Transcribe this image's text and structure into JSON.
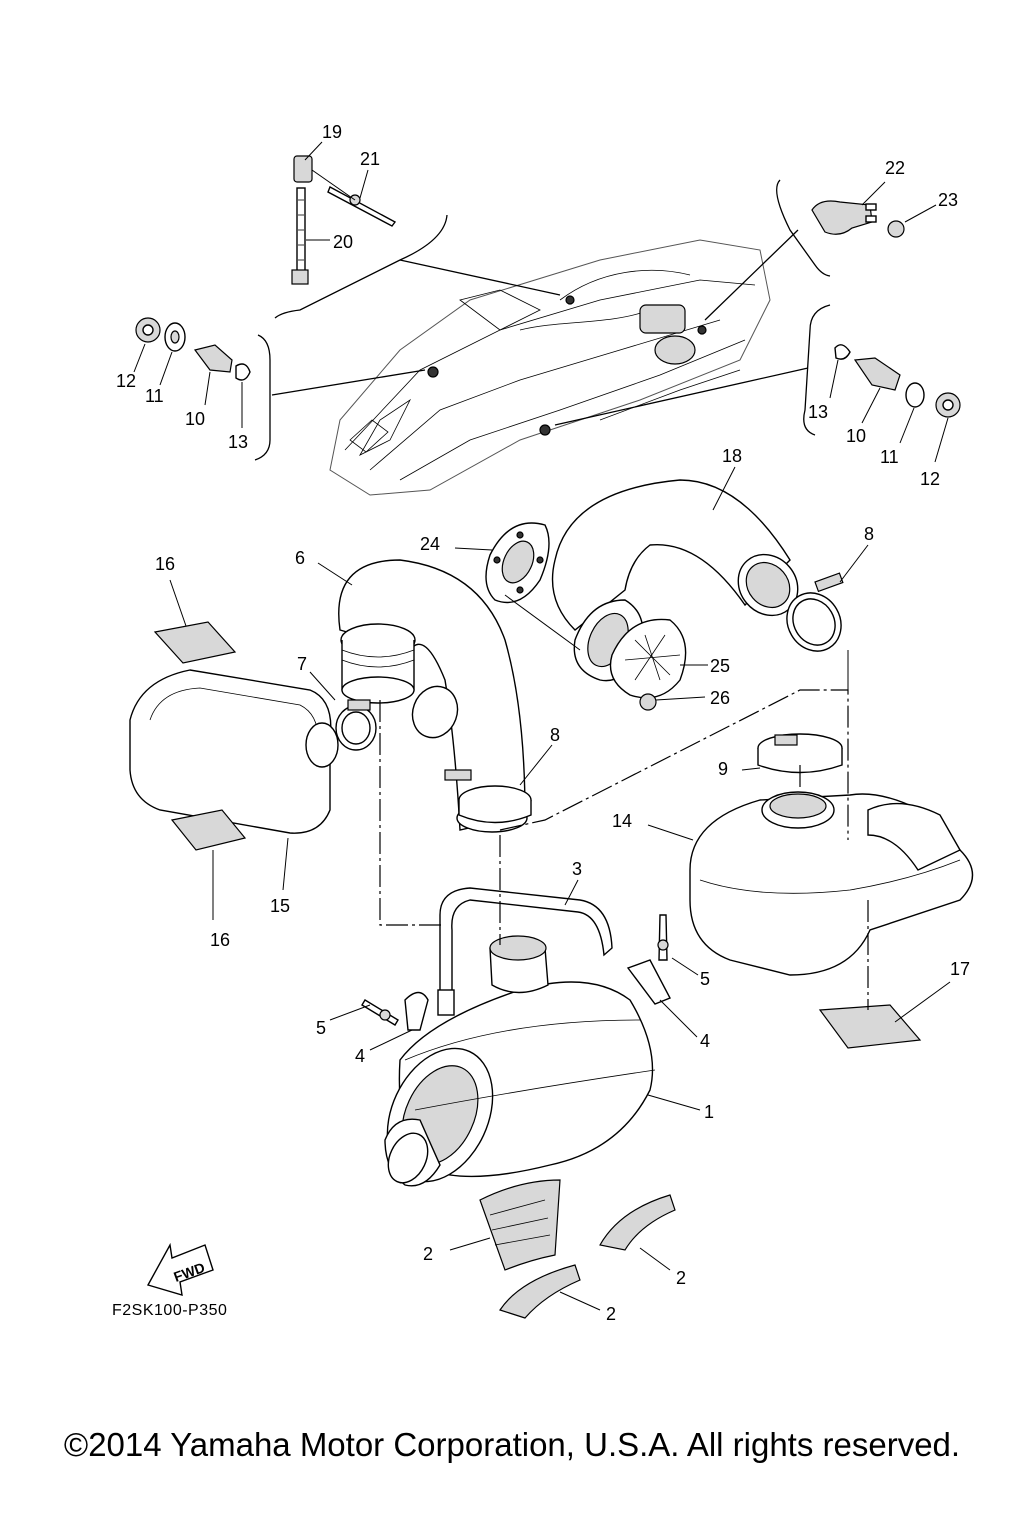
{
  "diagram": {
    "code": "F2SK100-P350",
    "copyright": "©2014 Yamaha Motor Corporation, U.S.A. All rights reserved.",
    "fwd_label": "FWD"
  },
  "callouts": {
    "c19": "19",
    "c21": "21",
    "c20": "20",
    "c22": "22",
    "c23": "23",
    "c12a": "12",
    "c11a": "11",
    "c10a": "10",
    "c13a": "13",
    "c13b": "13",
    "c10b": "10",
    "c11b": "11",
    "c12b": "12",
    "c18": "18",
    "c24": "24",
    "c8a": "8",
    "c16a": "16",
    "c6": "6",
    "c25": "25",
    "c26": "26",
    "c7": "7",
    "c8b": "8",
    "c9": "9",
    "c14": "14",
    "c15": "15",
    "c16b": "16",
    "c3": "3",
    "c5a": "5",
    "c5b": "5",
    "c4a": "4",
    "c4b": "4",
    "c17": "17",
    "c1": "1",
    "c2a": "2",
    "c2b": "2",
    "c2c": "2"
  }
}
